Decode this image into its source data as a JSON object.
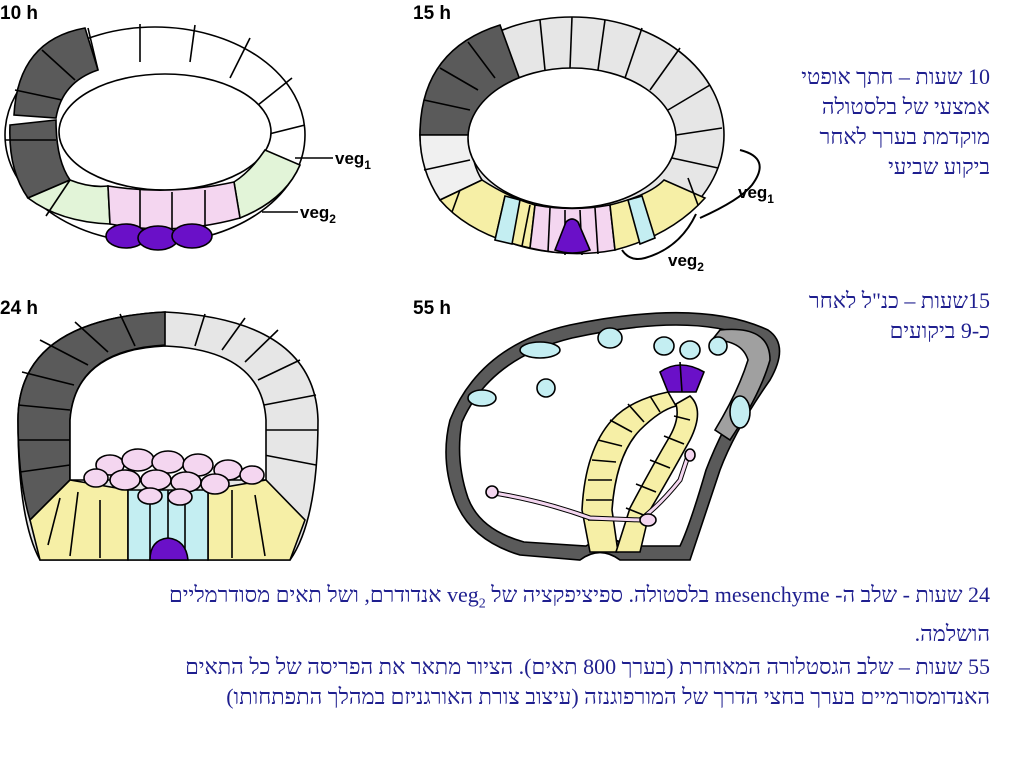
{
  "stages": {
    "h10": "10 h",
    "h15": "15 h",
    "h24": "24 h",
    "h55": "55 h"
  },
  "labels": {
    "veg": "veg",
    "sub1": "1",
    "sub2": "2"
  },
  "side_text": {
    "p10": "10 שעות – חתך אופטי אמצעי של בלסטולה מוקדמת בערך לאחר ביקוע שביעי",
    "p15": "15שעות – כנ\"ל לאחר כ-9 ביקועים"
  },
  "bottom_text": {
    "p24_before": "24 שעות - שלב ה- mesenchyme בלסטולה. ספיציפקציה של veg",
    "p24_sub": "2",
    "p24_after": " אנדודרם, ושל תאים מסודרמליים הושלמה.",
    "p55": "55 שעות – שלב הגסטלורה המאוחרת (בערך 800 תאים). הציור מתאר את הפריסה של כל התאים האנדומסורמיים בערך בחצי הדרך של המורפוגנזה (עיצוב צורת האורגניזם במהלך התפתחותו)"
  },
  "colors": {
    "ectoderm_dark": "#5a5a5a",
    "ectoderm_mid": "#a0a0a0",
    "ectoderm_light": "#e6e6e6",
    "veg1_green": "#e2f4d8",
    "veg2_pink": "#f4d6f0",
    "mesoderm_purple": "#6a10c8",
    "endoderm_yellow": "#f6efa6",
    "endoderm_cyan": "#c4eef2",
    "text_blue": "#1f1f8f"
  }
}
